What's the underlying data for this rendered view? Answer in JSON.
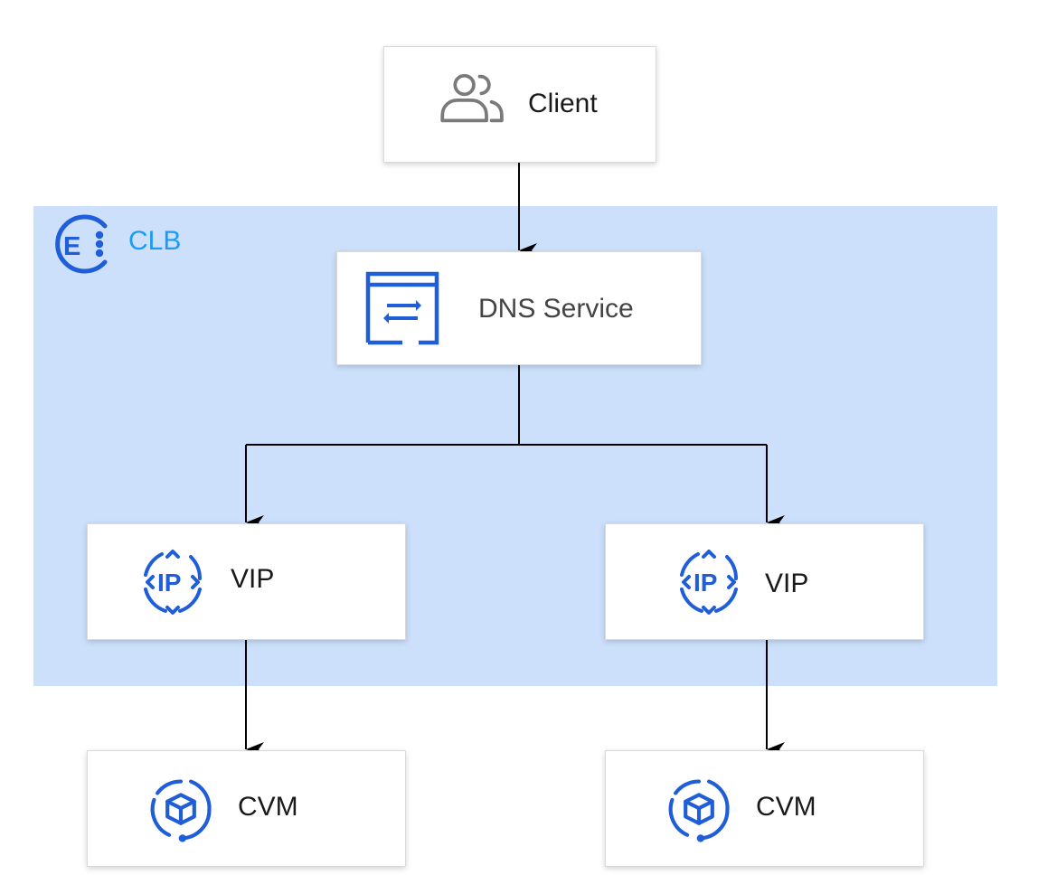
{
  "region": {
    "label": "CLB",
    "icon": "clb-icon",
    "color": "#1b9cf2",
    "background": "#cce0fb"
  },
  "nodes": {
    "client": {
      "label": "Client",
      "icon": "users-icon"
    },
    "dns": {
      "label": "DNS Service",
      "icon": "dns-service-icon"
    },
    "vip_left": {
      "label": "VIP",
      "icon": "ip-icon"
    },
    "vip_right": {
      "label": "VIP",
      "icon": "ip-icon"
    },
    "cvm_left": {
      "label": "CVM",
      "icon": "cvm-icon"
    },
    "cvm_right": {
      "label": "CVM",
      "icon": "cvm-icon"
    }
  },
  "colors": {
    "accent": "#1f5ed8",
    "icon_gray": "#7a7a7a",
    "connector": "#000000"
  }
}
